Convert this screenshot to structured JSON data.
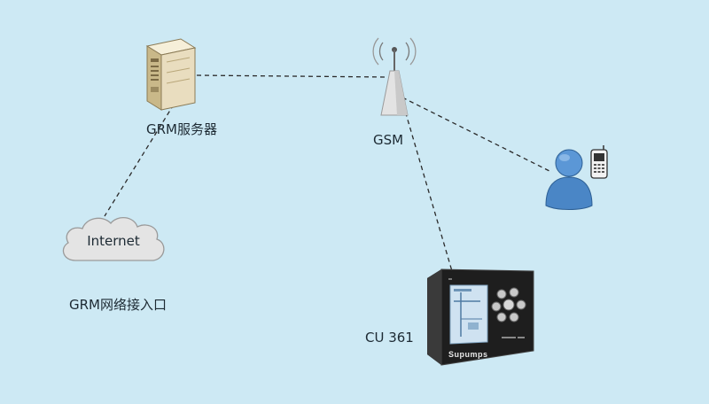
{
  "nodes": {
    "server": {
      "label": "GRM服务器"
    },
    "gsm": {
      "label": "GSM"
    },
    "internet": {
      "text": "Internet",
      "label": "GRM网络接入口"
    },
    "controller": {
      "label": "CU 361",
      "brand": "Supumps"
    },
    "user": {}
  },
  "icons": {
    "server": "server-tower-icon",
    "antenna": "antenna-tower-icon",
    "cloud": "cloud-icon",
    "user": "user-avatar-icon",
    "phone": "mobile-phone-icon",
    "controller": "controller-device-icon"
  },
  "links": [
    [
      "server",
      "gsm"
    ],
    [
      "server",
      "internet"
    ],
    [
      "gsm",
      "user"
    ],
    [
      "gsm",
      "controller"
    ]
  ],
  "colors": {
    "background": "#cde9f4",
    "link": "#2b2b2b",
    "server_body": "#e9ddbf",
    "antenna": "#d9d9d9",
    "cloud": "#e4e4e4",
    "user": "#4a86c6",
    "device": "#1e1e1e",
    "screen": "#cfe2f1"
  }
}
